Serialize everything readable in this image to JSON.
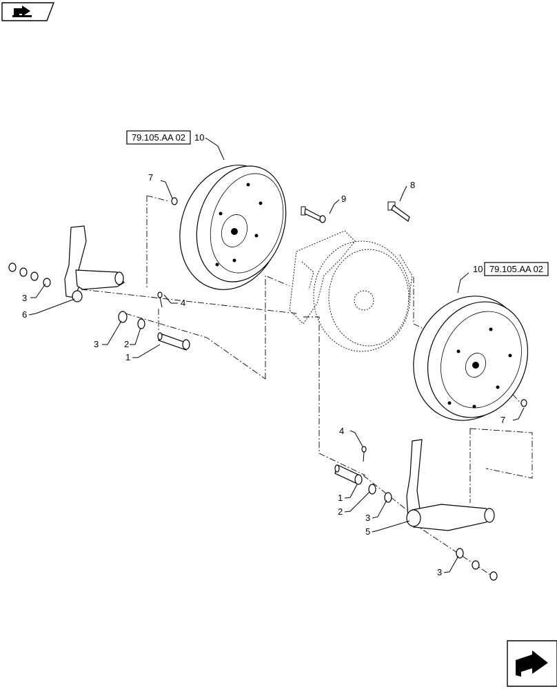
{
  "references": {
    "top_left": "79.105.AA 02",
    "right": "79.105.AA 02"
  },
  "callouts": {
    "c10_top": "10",
    "c10_right": "10",
    "c7_top": "7",
    "c7_right": "7",
    "c8": "8",
    "c9": "9",
    "c4_left": "4",
    "c4_right": "4",
    "c3_left_a": "3",
    "c6": "6",
    "c3_left_b": "3",
    "c2_left": "2",
    "c1_left": "1",
    "c1_right": "1",
    "c2_right": "2",
    "c3_right_a": "3",
    "c5": "5",
    "c3_right_b": "3"
  },
  "icons": {
    "top_left": "book-with-arrow-icon",
    "bottom_right": "return-arrow-icon"
  }
}
